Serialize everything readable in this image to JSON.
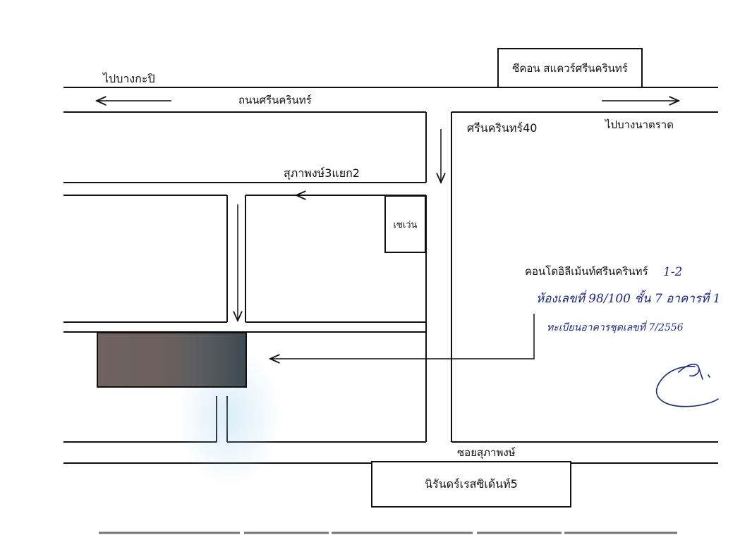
{
  "map": {
    "direction_left": "ไปบางกะปิ",
    "direction_right": "ไปบางนาตราด",
    "main_road": "ถนนศรีนครินทร์",
    "soi_40": "ศรีนครินทร์40",
    "soi_supapong_3_2": "สุภาพงษ์3แยก2",
    "soi_supapong": "ซอยสุภาพงษ์",
    "landmark_top": "ซีคอน สแควร์ศรีนครินทร์",
    "landmark_store": "เซเว่น",
    "landmark_bottom": "นิรันดร์เรสซิเด้นท์5",
    "destination": {
      "condo_name": "คอนโดอิลีเม้นท์ศรีนครินทร์",
      "condo_number": "1-2",
      "room_line": "ห้องเลขที่ 98/100 ชั้น 7 อาคารที่ 1",
      "registration_line": "ทะเบียนอาคารชุดเลขที่ 7/2556"
    },
    "colors": {
      "line": "#111111",
      "handwriting": "#1f2a78",
      "marked_building": "#5f5a5a"
    }
  }
}
